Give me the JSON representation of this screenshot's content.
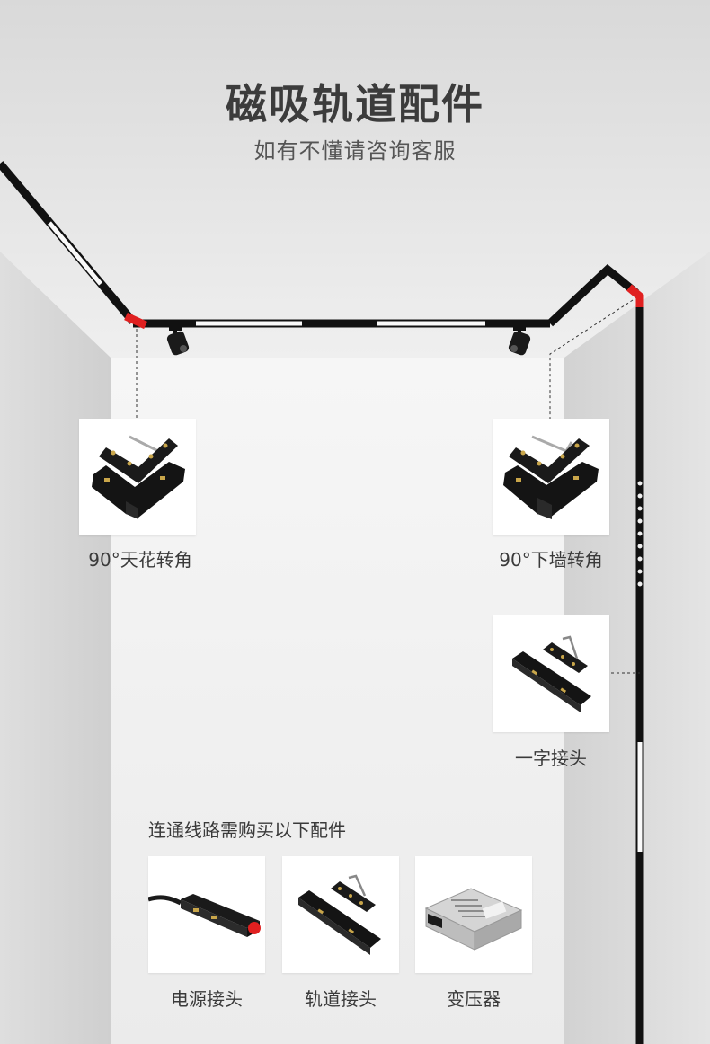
{
  "header": {
    "title": "磁吸轨道配件",
    "subtitle": "如有不懂请咨询客服"
  },
  "accessories": {
    "ceiling_corner": {
      "label": "90°天花转角",
      "icon": "ceiling-corner-connector-icon"
    },
    "wall_corner": {
      "label": "90°下墙转角",
      "icon": "wall-corner-connector-icon"
    },
    "straight_connector": {
      "label": "一字接头",
      "icon": "straight-connector-icon"
    }
  },
  "extras": {
    "note": "连通线路需购买以下配件",
    "items": [
      {
        "label": "电源接头",
        "icon": "power-connector-icon"
      },
      {
        "label": "轨道接头",
        "icon": "track-connector-icon"
      },
      {
        "label": "变压器",
        "icon": "transformer-icon"
      }
    ]
  },
  "colors": {
    "track": "#111111",
    "accent": "#e02020",
    "wall": "#e3e3e3",
    "back_wall": "#f4f4f4"
  }
}
